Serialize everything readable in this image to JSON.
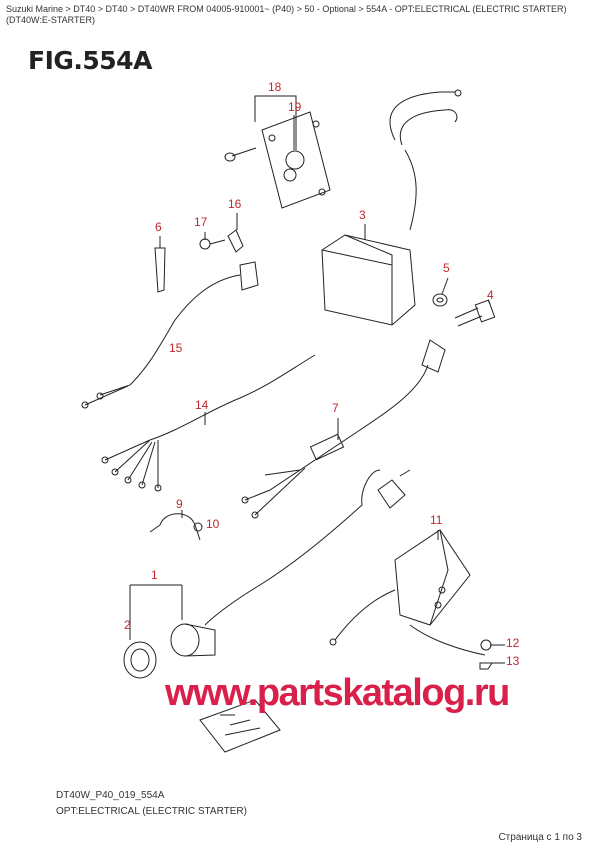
{
  "breadcrumb": "Suzuki Marine > DT40 > DT40 > DT40WR FROM 04005-910001~ (P40) > 50 - Optional > 554A - OPT:ELECTRICAL (ELECTRIC STARTER) (DT40W:E-STARTER)",
  "figure_title": "FIG.554A",
  "callouts": [
    "18",
    "19",
    "16",
    "17",
    "6",
    "3",
    "5",
    "4",
    "15",
    "14",
    "7",
    "9",
    "10",
    "11",
    "1",
    "2",
    "12",
    "13"
  ],
  "callout_color": "#c0282d",
  "watermark": "www.partskatalog.ru",
  "diagram_code": "DT40W_P40_019_554A",
  "caption": "OPT:ELECTRICAL (ELECTRIC STARTER)",
  "pager": "Страница с 1 по 3"
}
